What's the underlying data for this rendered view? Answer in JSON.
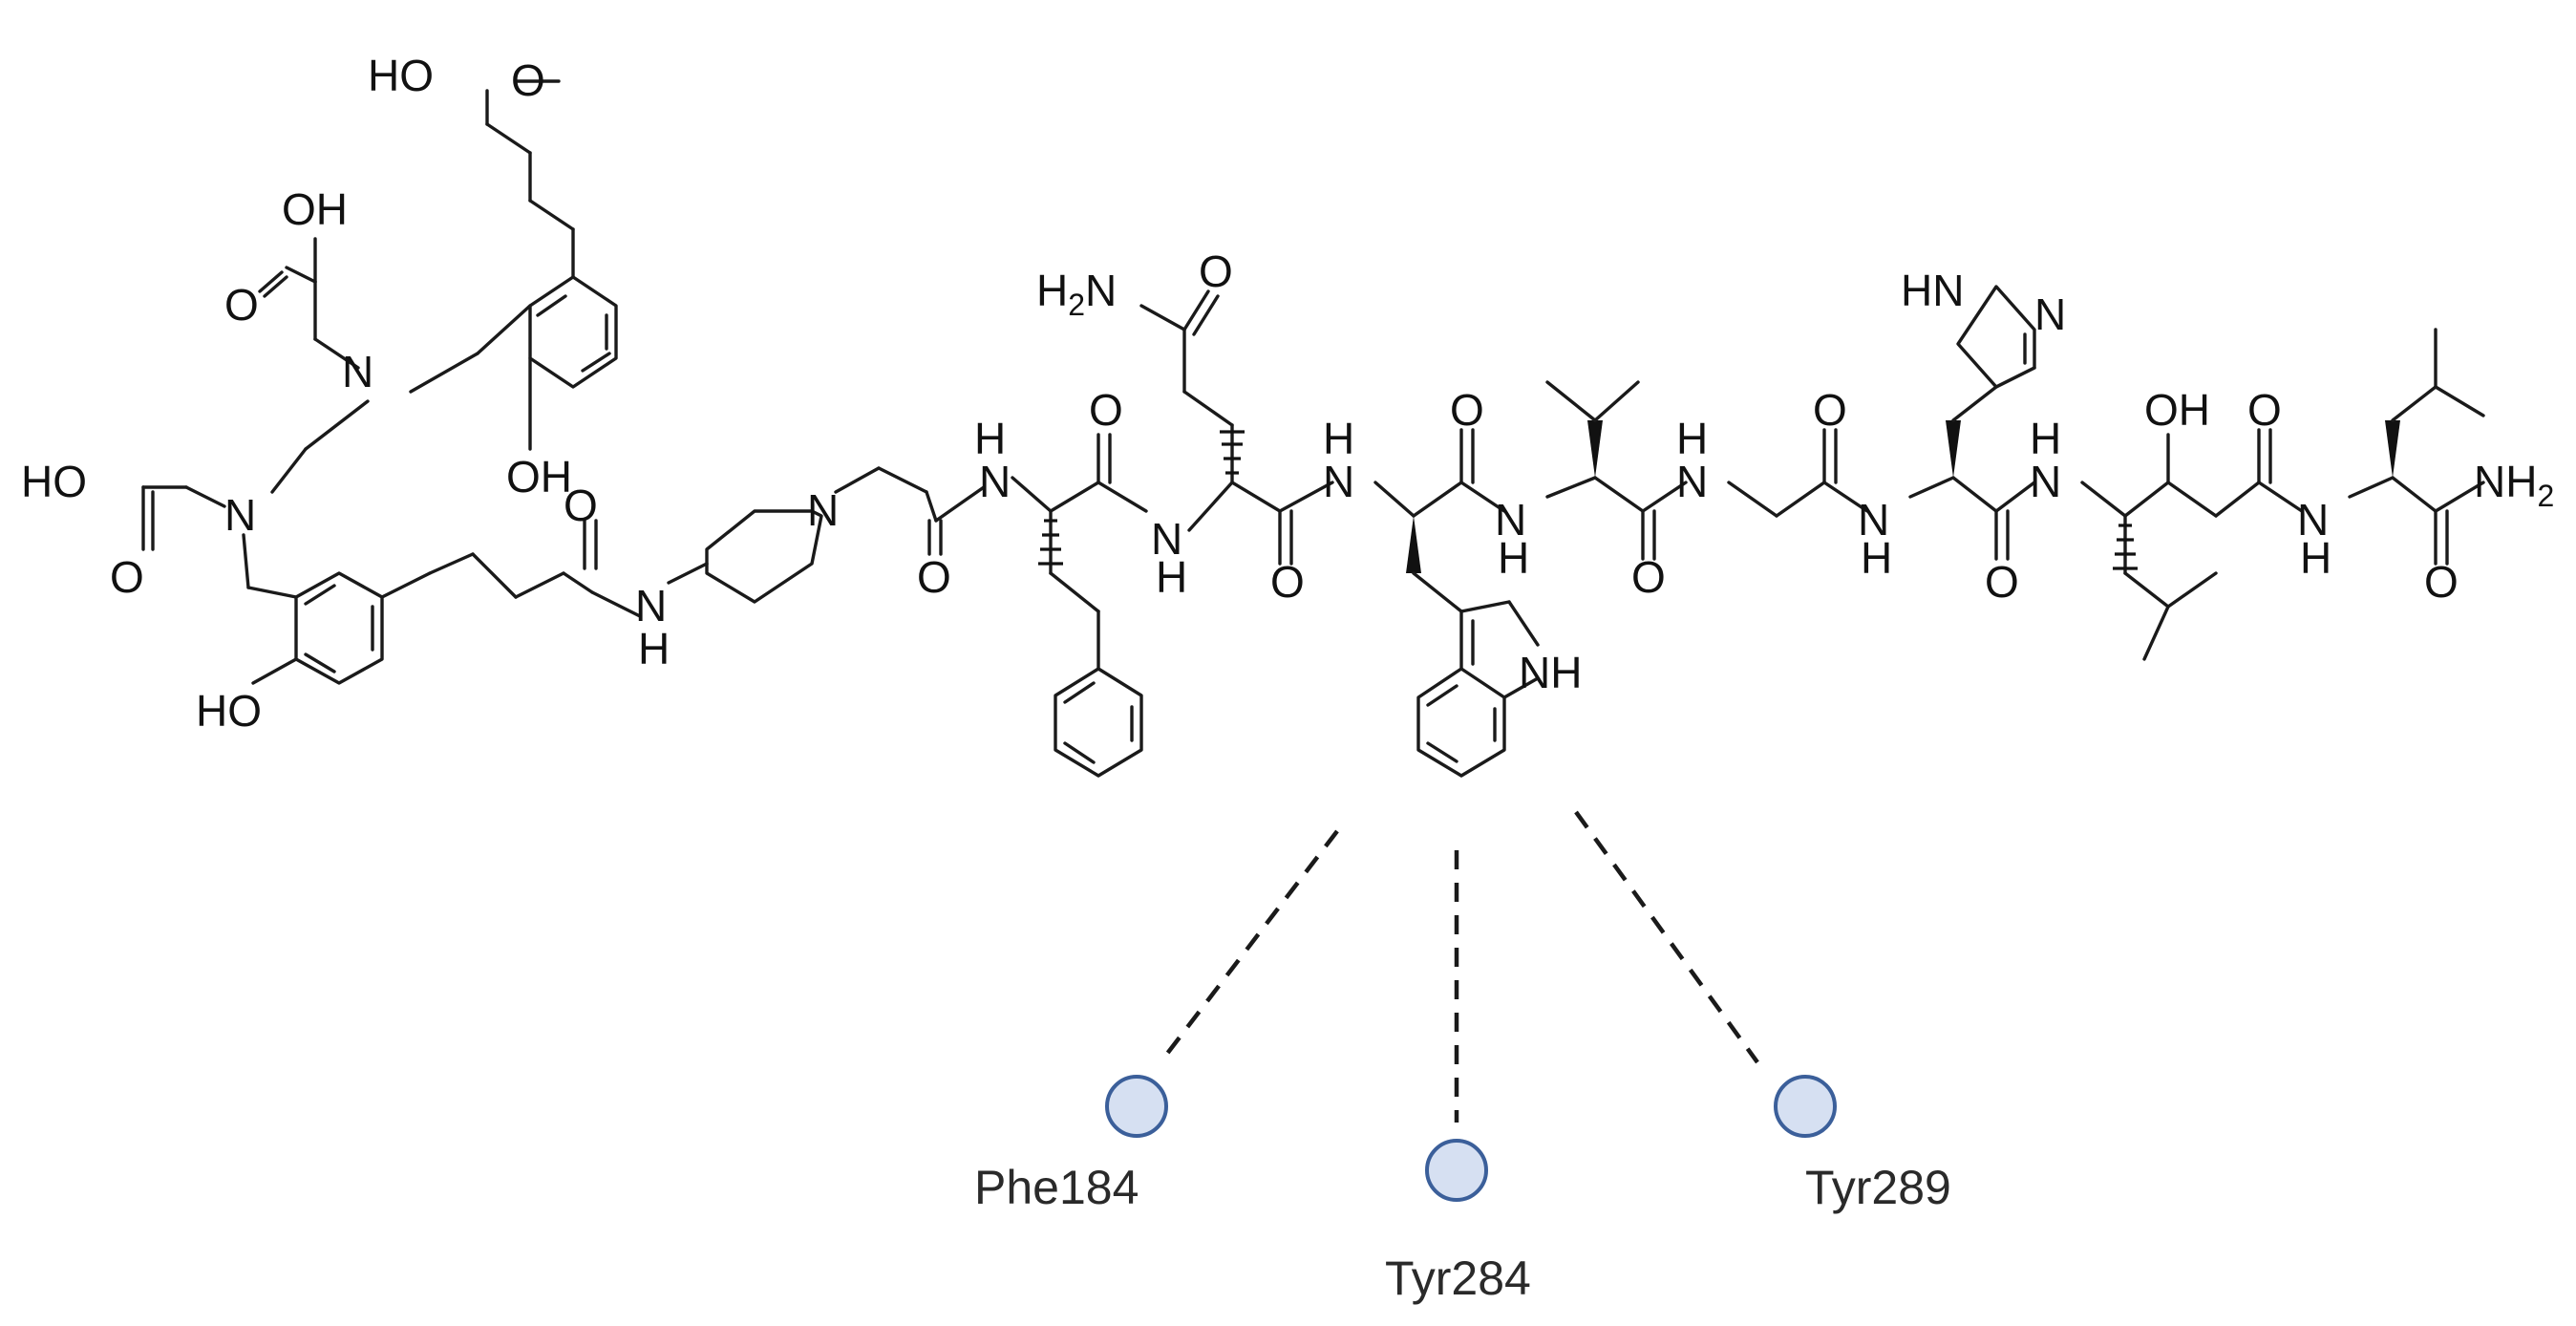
{
  "atoms": {
    "oh": "OH",
    "ho": "HO",
    "o": "O",
    "n": "N",
    "nh": "NH",
    "hn": "HN",
    "n_top": "N",
    "h": "H",
    "h2n": "H2N",
    "nh2": "NH2"
  },
  "residues": [
    {
      "name": "Phe184"
    },
    {
      "name": "Tyr284"
    },
    {
      "name": "Tyr289"
    }
  ],
  "colors": {
    "residue_fill": "#d6e0f2",
    "residue_stroke": "#3b5f9a"
  }
}
